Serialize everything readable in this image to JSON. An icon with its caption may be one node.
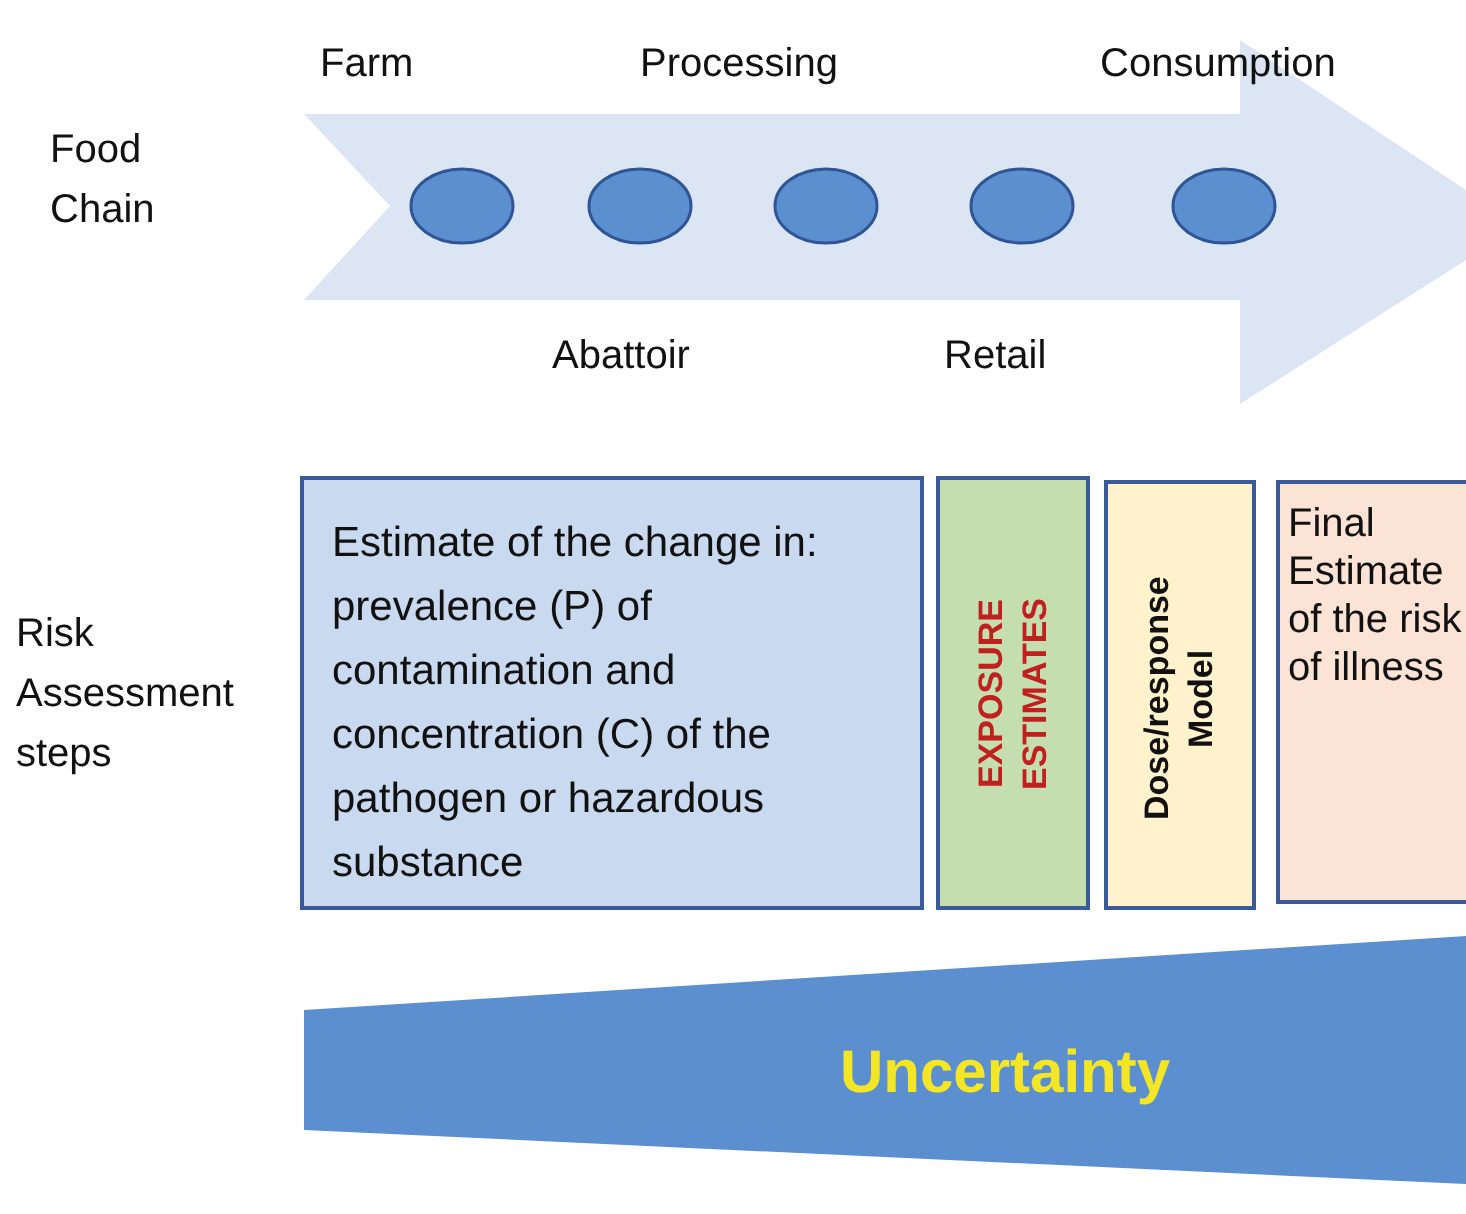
{
  "diagram": {
    "nodes": [
      {
        "text": [],
        "shape": "arrow"
      },
      {
        "text": [],
        "shape": "circle",
        "in": 0,
        "beside": [
          "Farm"
        ]
      },
      {
        "text": [],
        "shape": "circle",
        "in": 0,
        "beside": [
          "Abattoir"
        ]
      },
      {
        "text": [],
        "shape": "circle",
        "in": 0,
        "beside": [
          "Processing"
        ]
      },
      {
        "text": [],
        "shape": "circle",
        "in": 0,
        "beside": [
          "Retail"
        ]
      },
      {
        "text": [],
        "shape": "circle",
        "in": 0,
        "beside": [
          "Consumption"
        ]
      },
      {
        "text": [
          "Estimate of the change in: prevalence (P) of contamination and concentration (C) of the pathogen or hazardous substance"
        ]
      },
      {
        "text": [
          "EXPOSURE ESTIMATES"
        ]
      },
      {
        "text": [
          "Dose/response Model"
        ]
      },
      {
        "text": [
          "Final Estimate of the risk of illness"
        ]
      },
      {
        "text": [
          "Uncertainty"
        ]
      }
    ],
    "labels": [
      "Food Chain",
      "Risk Assessment steps"
    ]
  }
}
